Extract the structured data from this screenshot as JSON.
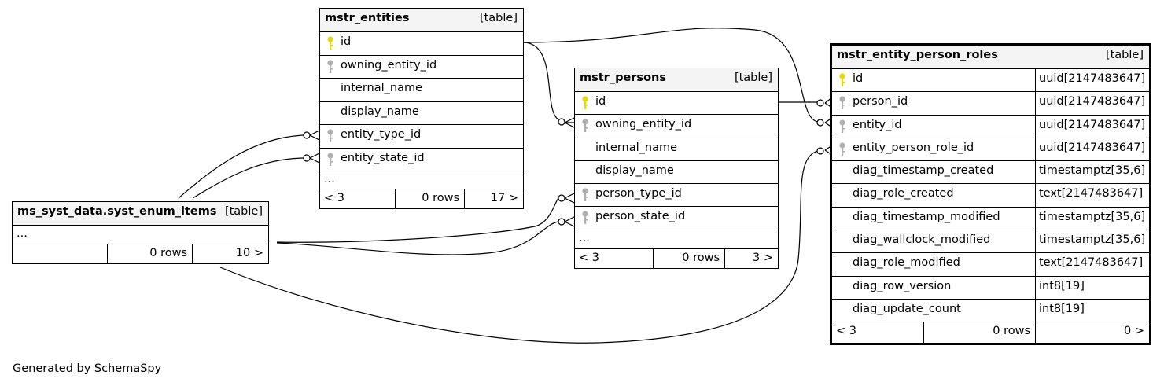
{
  "footer_text": "Generated by SchemaSpy",
  "colors": {
    "primary_key": "#e6d800",
    "foreign_key": "#b0b0b0",
    "header_bg": "#f4f4f4",
    "line": "#000000"
  },
  "tables": {
    "mstr_entities": {
      "name": "mstr_entities",
      "kind": "[table]",
      "columns": [
        {
          "name": "id",
          "key": "primary"
        },
        {
          "name": "owning_entity_id",
          "key": "foreign"
        },
        {
          "name": "internal_name",
          "key": ""
        },
        {
          "name": "display_name",
          "key": ""
        },
        {
          "name": "entity_type_id",
          "key": "foreign"
        },
        {
          "name": "entity_state_id",
          "key": "foreign"
        }
      ],
      "ellipsis": "...",
      "footer": {
        "parents": "< 3",
        "rows": "0 rows",
        "children": "17 >"
      }
    },
    "mstr_persons": {
      "name": "mstr_persons",
      "kind": "[table]",
      "columns": [
        {
          "name": "id",
          "key": "primary"
        },
        {
          "name": "owning_entity_id",
          "key": "foreign"
        },
        {
          "name": "internal_name",
          "key": ""
        },
        {
          "name": "display_name",
          "key": ""
        },
        {
          "name": "person_type_id",
          "key": "foreign"
        },
        {
          "name": "person_state_id",
          "key": "foreign"
        }
      ],
      "ellipsis": "...",
      "footer": {
        "parents": "< 3",
        "rows": "0 rows",
        "children": "3 >"
      }
    },
    "mstr_entity_person_roles": {
      "name": "mstr_entity_person_roles",
      "kind": "[table]",
      "columns": [
        {
          "name": "id",
          "type": "uuid[2147483647]",
          "key": "primary"
        },
        {
          "name": "person_id",
          "type": "uuid[2147483647]",
          "key": "foreign"
        },
        {
          "name": "entity_id",
          "type": "uuid[2147483647]",
          "key": "foreign"
        },
        {
          "name": "entity_person_role_id",
          "type": "uuid[2147483647]",
          "key": "foreign"
        },
        {
          "name": "diag_timestamp_created",
          "type": "timestamptz[35,6]",
          "key": ""
        },
        {
          "name": "diag_role_created",
          "type": "text[2147483647]",
          "key": ""
        },
        {
          "name": "diag_timestamp_modified",
          "type": "timestamptz[35,6]",
          "key": ""
        },
        {
          "name": "diag_wallclock_modified",
          "type": "timestamptz[35,6]",
          "key": ""
        },
        {
          "name": "diag_role_modified",
          "type": "text[2147483647]",
          "key": ""
        },
        {
          "name": "diag_row_version",
          "type": "int8[19]",
          "key": ""
        },
        {
          "name": "diag_update_count",
          "type": "int8[19]",
          "key": ""
        }
      ],
      "footer": {
        "parents": "< 3",
        "rows": "0 rows",
        "children": "0 >"
      }
    },
    "syst_enum_items": {
      "name": "ms_syst_data.syst_enum_items",
      "kind": "[table]",
      "ellipsis": "...",
      "footer": {
        "parents": "",
        "rows": "0 rows",
        "children": "10 >"
      }
    }
  }
}
